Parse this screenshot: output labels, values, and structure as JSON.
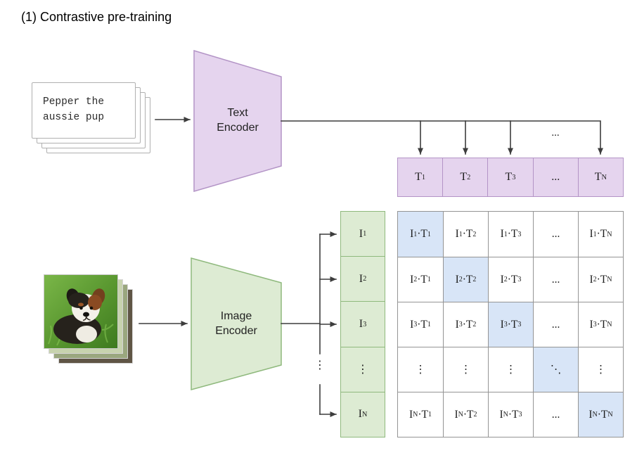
{
  "title": "(1) Contrastive pre-training",
  "colors": {
    "purple_fill": "#e5d4ee",
    "purple_border": "#b394c6",
    "green_fill": "#ddebd3",
    "green_border": "#8fb97d",
    "blue_fill": "#d8e5f7",
    "grid_border": "#949494",
    "arrow": "#3d3d3d",
    "card_border": "#b0b0b0"
  },
  "text_input": {
    "line1": "Pepper the",
    "line2": "aussie pup"
  },
  "text_encoder": {
    "label": "Text\nEncoder"
  },
  "image_encoder": {
    "label": "Image\nEncoder"
  },
  "connectors": {
    "top_ellipsis": "...",
    "left_ellipsis": "⋮"
  },
  "text_embeddings": [
    "T_1",
    "T_2",
    "T_3",
    "...",
    "T_N"
  ],
  "image_embeddings": [
    "I_1",
    "I_2",
    "I_3",
    "⋮",
    "I_N"
  ],
  "matrix": {
    "rows": [
      [
        "I_1·T_1",
        "I_1·T_2",
        "I_1·T_3",
        "...",
        "I_1·T_N"
      ],
      [
        "I_2·T_1",
        "I_2·T_2",
        "I_2·T_3",
        "...",
        "I_2·T_N"
      ],
      [
        "I_3·T_1",
        "I_3·T_2",
        "I_3·T_3",
        "...",
        "I_3·T_N"
      ],
      [
        "⋮",
        "⋮",
        "⋮",
        "⋱",
        "⋮"
      ],
      [
        "I_N·T_1",
        "I_N·T_2",
        "I_N·T_3",
        "...",
        "I_N·T_N"
      ]
    ]
  }
}
